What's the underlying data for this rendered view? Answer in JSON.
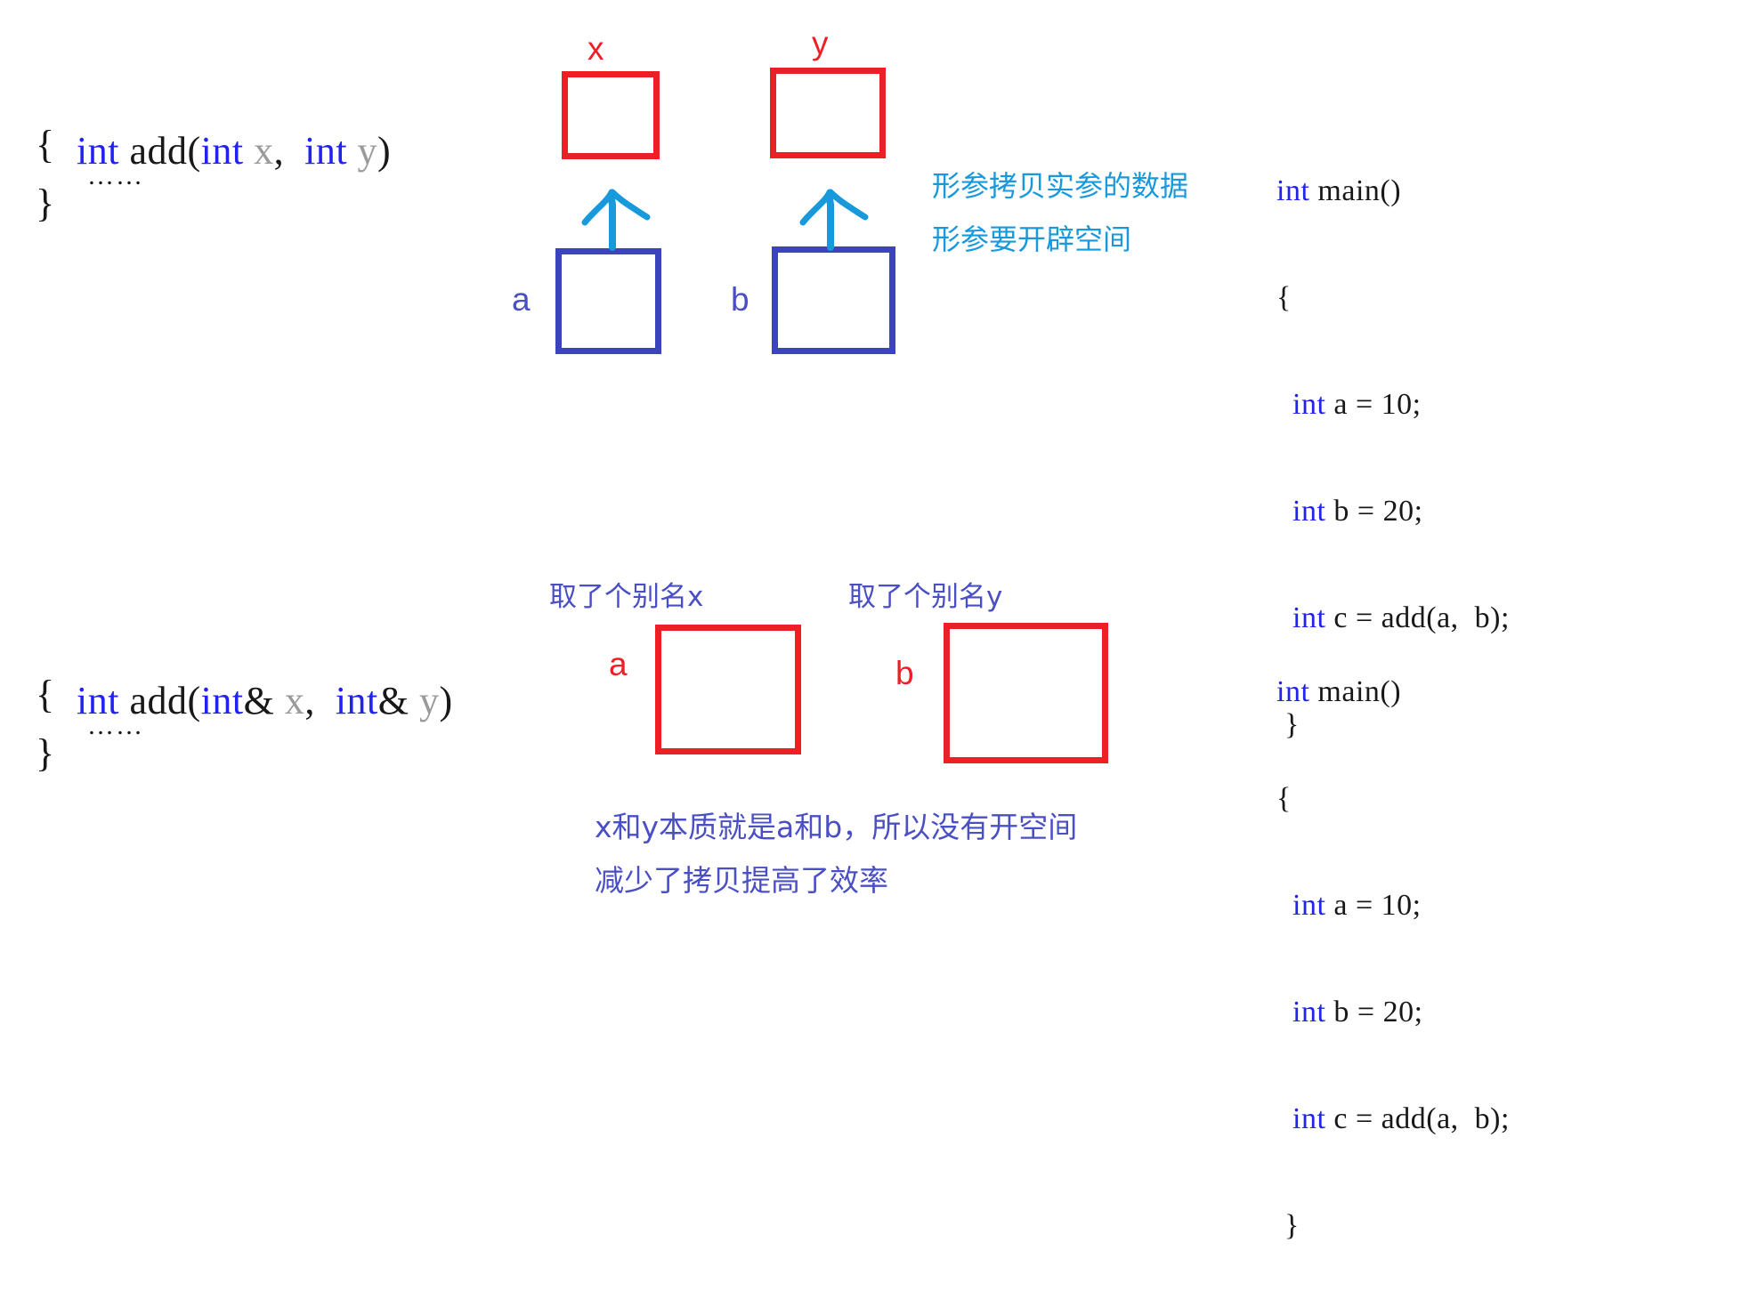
{
  "colors": {
    "keyword_blue": "#2222f0",
    "param_gray": "#9a9a9a",
    "code_black": "#18181a",
    "box_red": "#ec2024",
    "box_blue": "#3b43c0",
    "arrow_cyan": "#1899dc",
    "note_purple": "#4a4fc4",
    "background": "#ffffff"
  },
  "top_section": {
    "function_code": {
      "signature": {
        "kw1": "int",
        "name": " add(",
        "kw2": "int",
        "param1": " x",
        "sep": ",  ",
        "kw3": "int",
        "param2": " y",
        "close": ")",
        "full_text": "int add(int x,  int y)"
      },
      "open_brace": "{",
      "body_ellipsis": "……",
      "close_brace": "}"
    },
    "boxes": {
      "x_label": "x",
      "y_label": "y",
      "a_label": "a",
      "b_label": "b"
    },
    "notes": {
      "line1": "形参拷贝实参的数据",
      "line2": "形参要开辟空间"
    },
    "main_code": {
      "line1_kw": "int",
      "line1_rest": " main()",
      "line2": "{",
      "line3_kw": "  int",
      "line3_rest": " a = 10;",
      "line4_kw": "  int",
      "line4_rest": " b = 20;",
      "line5_kw": "  int",
      "line5_rest": " c = add(a,  b);",
      "line6": " }"
    }
  },
  "bottom_section": {
    "function_code": {
      "signature": {
        "kw1": "int",
        "name": " add(",
        "kw2": "int",
        "amp1": "&",
        "param1": " x",
        "sep": ",  ",
        "kw3": "int",
        "amp2": "&",
        "param2": " y",
        "close": ")",
        "full_text": "int add(int& x,  int& y)"
      },
      "open_brace": "{",
      "body_ellipsis": "……",
      "close_brace": "}"
    },
    "boxes": {
      "a_label": "a",
      "b_label": "b"
    },
    "alias_notes": {
      "x_alias": "取了个别名x",
      "y_alias": "取了个别名y"
    },
    "summary_notes": {
      "line1": "x和y本质就是a和b，所以没有开空间",
      "line2": "减少了拷贝提高了效率"
    },
    "main_code": {
      "line1_kw": "int",
      "line1_rest": " main()",
      "line2": "{",
      "line3_kw": "  int",
      "line3_rest": " a = 10;",
      "line4_kw": "  int",
      "line4_rest": " b = 20;",
      "line5_kw": "  int",
      "line5_rest": " c = add(a,  b);",
      "line6": " }"
    }
  },
  "arrows": {
    "left_arrow_name": "copy-arrow-x",
    "right_arrow_name": "copy-arrow-y"
  }
}
